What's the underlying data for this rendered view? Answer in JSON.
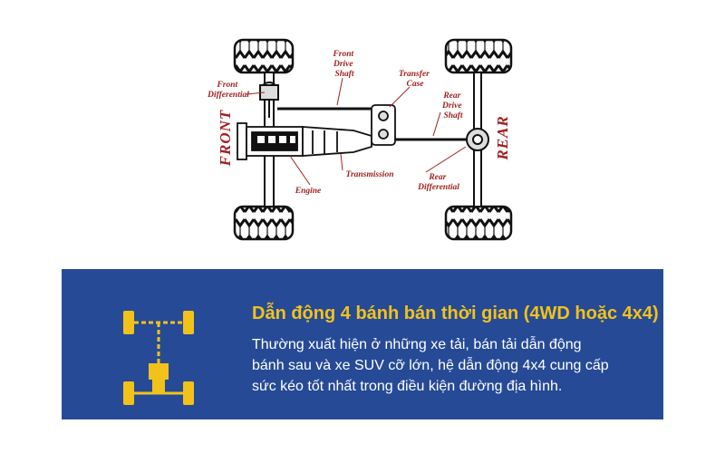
{
  "diagram": {
    "labels": {
      "front_drive_shaft": [
        "Front",
        "Drive",
        "Shaft"
      ],
      "transfer_case": [
        "Transfer",
        "Case"
      ],
      "front_differential": [
        "Front",
        "Differential"
      ],
      "rear_drive_shaft": [
        "Rear",
        "Drive",
        "Shaft"
      ],
      "transmission": "Transmission",
      "engine": "Engine",
      "rear_differential": [
        "Rear",
        "Differential"
      ]
    },
    "front_label": "FRONT",
    "rear_label": "REAR"
  },
  "info": {
    "title": "Dẫn động 4 bánh bán thời gian (4WD hoặc 4x4)",
    "body_lines": [
      "Thường xuất hiện ở những xe tải, bán tải dẫn động",
      "bánh sau và xe SUV cỡ lớn, hệ dẫn động 4x4 cung cấp",
      "sức kéo tốt nhất trong điều kiện đường địa hình."
    ],
    "colors": {
      "panel": "#264a96",
      "accent": "#f2c21b",
      "text": "#ffffff",
      "label_red": "#a0201f"
    },
    "icon": "four-wheel-drive-layout-icon"
  }
}
